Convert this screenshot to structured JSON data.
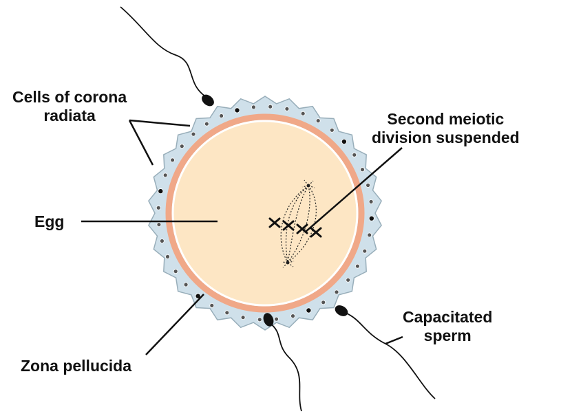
{
  "colors": {
    "egg": "#fde6c4",
    "zona": "#f0a888",
    "corona": "#cfe0ea",
    "corona_edge": "#98aeba",
    "leader": "#111111"
  },
  "labels": {
    "corona": [
      "Cells of corona",
      "radiata"
    ],
    "meiotic": [
      "Second meiotic",
      "division suspended"
    ],
    "egg": "Egg",
    "sperm": [
      "Capacitated",
      "sperm"
    ],
    "zona": "Zona pellucida"
  },
  "icons": {
    "sperm": "sperm-icon",
    "spindle": "meiotic-spindle-icon"
  }
}
